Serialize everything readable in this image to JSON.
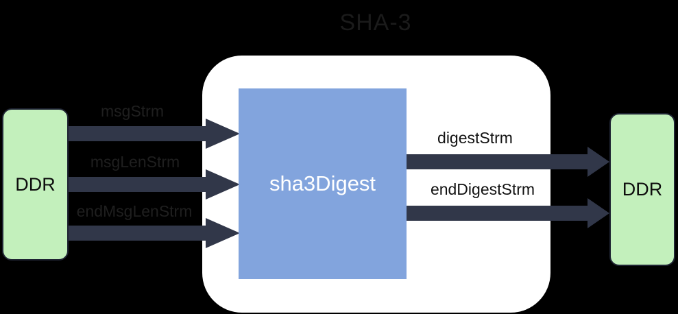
{
  "title": "SHA-3",
  "module": {
    "label": "sha3Digest"
  },
  "left_ddr": {
    "label": "DDR"
  },
  "right_ddr": {
    "label": "DDR"
  },
  "inputs": [
    {
      "label": "msgStrm"
    },
    {
      "label": "msgLenStrm"
    },
    {
      "label": "endMsgLenStrm"
    }
  ],
  "outputs": [
    {
      "label": "digestStrm"
    },
    {
      "label": "endDigestStrm"
    }
  ],
  "colors": {
    "background": "#000000",
    "wrapper_fill": "#ffffff",
    "module_fill": "#82a4dd",
    "module_text": "#ffffff",
    "ddr_fill": "#c3f0bc",
    "ddr_border": "#1f2433",
    "arrow": "#313749",
    "title_text": "#1b1b1b",
    "label_text": "#121212"
  }
}
